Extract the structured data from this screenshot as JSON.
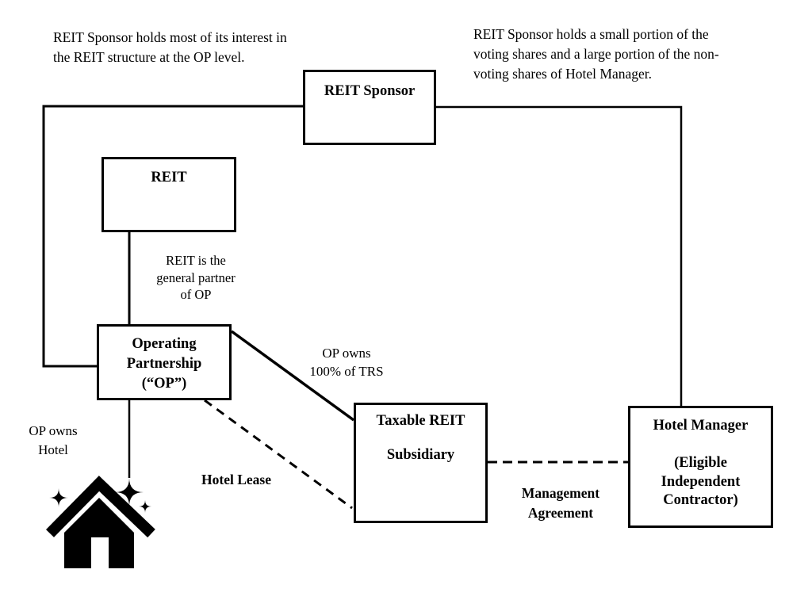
{
  "diagram": {
    "title_implied": "REIT hotel ownership structure",
    "notes": {
      "sponsor_op_note": "REIT Sponsor holds most of its interest in the REIT structure at the OP level.",
      "sponsor_manager_note": "REIT Sponsor holds a small portion of the voting shares and a large portion of the non-voting shares of Hotel Manager."
    },
    "nodes": {
      "reit_sponsor": {
        "label": "REIT Sponsor"
      },
      "reit": {
        "label": "REIT"
      },
      "operating_partnership": {
        "label": "Operating\nPartnership\n(“OP”)"
      },
      "taxable_reit_subsidiary": {
        "label": "Taxable REIT\n\nSubsidiary"
      },
      "hotel_manager": {
        "label": "Hotel Manager\n\n(Eligible\nIndependent\nContractor)"
      }
    },
    "edge_labels": {
      "reit_general_partner": "REIT is the\ngeneral partner\nof OP",
      "op_owns_trs": "OP owns\n100% of TRS",
      "op_owns_hotel": "OP owns\nHotel",
      "hotel_lease": "Hotel Lease",
      "management_agreement": "Management\nAgreement"
    },
    "icons": {
      "hotel": "house-with-sparkles-icon"
    },
    "colors": {
      "line": "#000000",
      "background": "#ffffff",
      "text": "#000000"
    }
  }
}
